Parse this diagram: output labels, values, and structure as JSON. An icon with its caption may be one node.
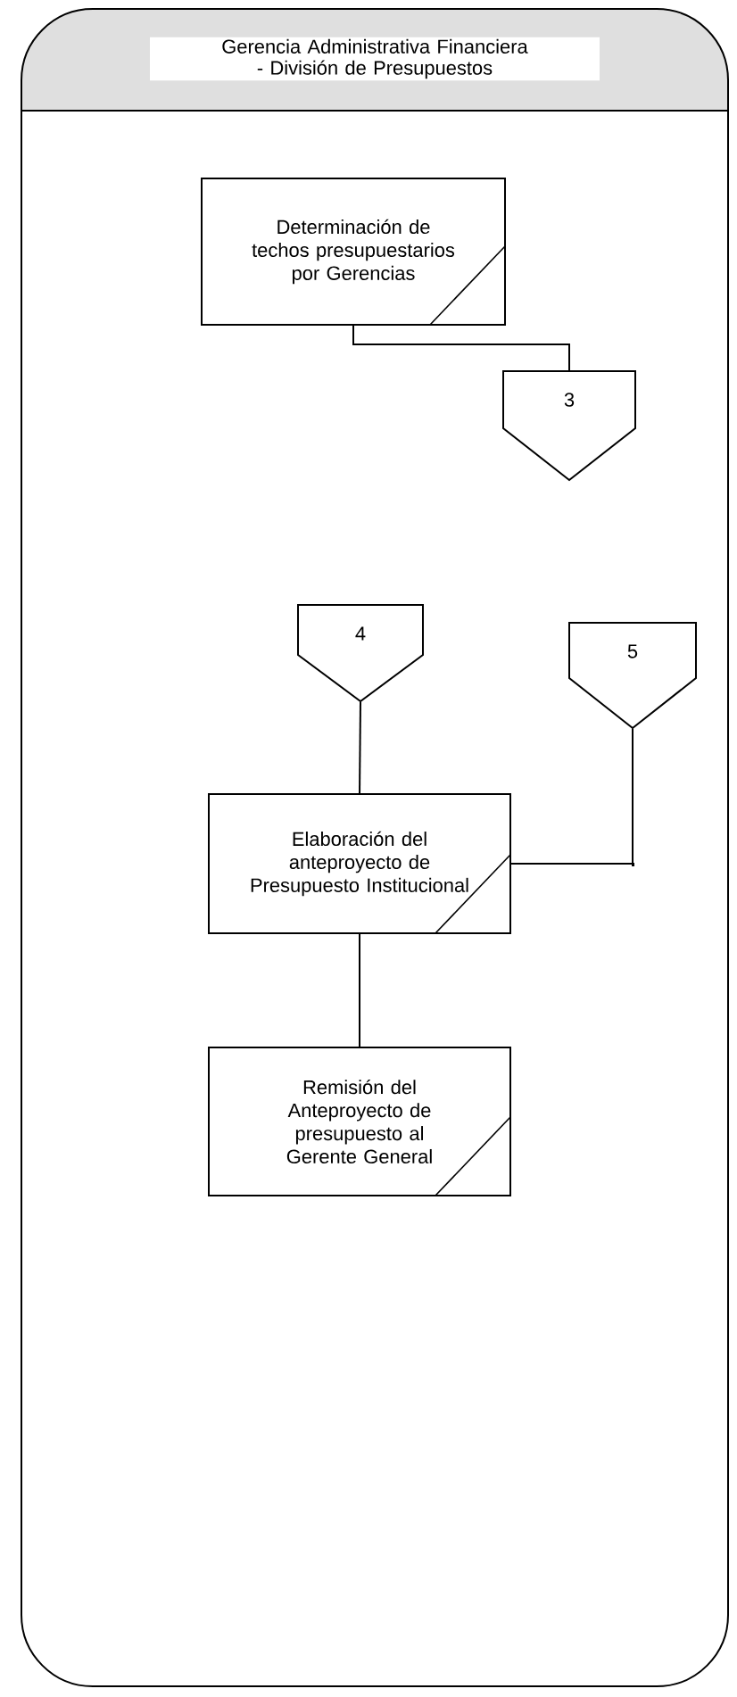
{
  "diagram": {
    "nodes": [
      {
        "text": [
          "Gerencia Administrativa Financiera - División de Presupuestos"
        ]
      },
      {
        "text": [
          "Determinación de techos presupuestarios por Gerencias"
        ],
        "in": 0
      },
      {
        "text": [
          "3"
        ],
        "in": 0
      },
      {
        "text": [
          "4"
        ],
        "in": 0
      },
      {
        "text": [
          "5"
        ],
        "in": 0
      },
      {
        "text": [
          "Elaboración del anteproyecto de Presupuesto Institucional"
        ],
        "in": 0
      },
      {
        "text": [
          "Remisión del Anteproyecto de presupuesto al Gerente General"
        ],
        "in": 0
      }
    ],
    "edges": [
      {
        "from": 1,
        "to": 2,
        "arrow": "none"
      },
      {
        "from": 3,
        "to": 5,
        "arrow": "none"
      },
      {
        "from": 4,
        "to": 5,
        "arrow": "none"
      },
      {
        "from": 5,
        "to": 6,
        "arrow": "none"
      }
    ]
  }
}
